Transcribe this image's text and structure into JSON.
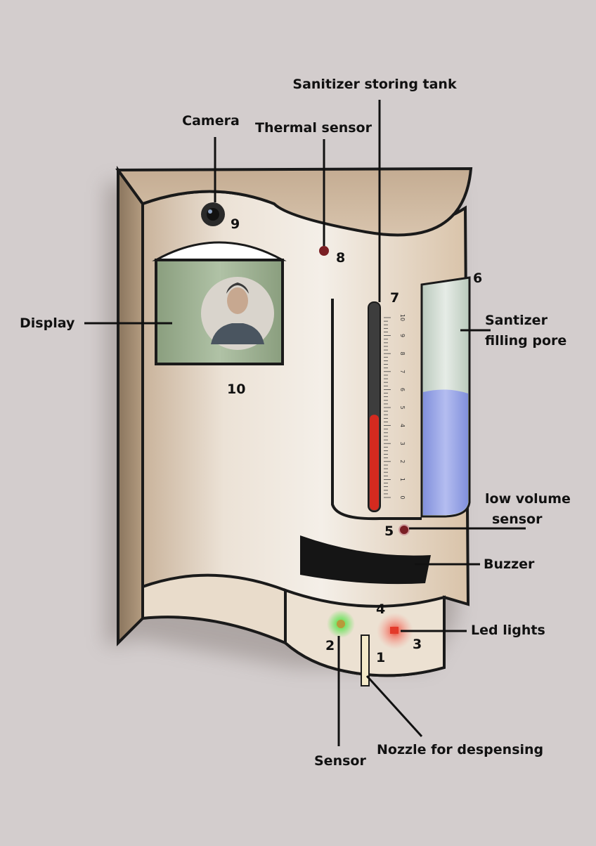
{
  "labels": {
    "sanitizer_tank": "Sanitizer storing tank",
    "camera": "Camera",
    "thermal_sensor": "Thermal sensor",
    "display": "Display",
    "filling_pore_line1": "Santizer",
    "filling_pore_line2": "filling pore",
    "low_volume_line1": "low volume",
    "low_volume_line2": "sensor",
    "buzzer": "Buzzer",
    "led_lights": "Led lights",
    "sensor": "Sensor",
    "nozzle": "Nozzle for despensing"
  },
  "numbers": {
    "n1": "1",
    "n2": "2",
    "n3": "3",
    "n4": "4",
    "n5": "5",
    "n6": "6",
    "n7": "7",
    "n8": "8",
    "n9": "9",
    "n10": "10"
  },
  "gauge": {
    "ticks": [
      "0",
      "1",
      "2",
      "3",
      "4",
      "5",
      "6",
      "7",
      "8",
      "9",
      "10"
    ],
    "level_value": 4.6,
    "max_value": 10,
    "fill_color": "#d42a1f"
  },
  "tank": {
    "liquid_fraction": 0.58,
    "liquid_color": "#9aa6e6"
  },
  "colors": {
    "body": "#e2d3bf",
    "outline": "#1a1a1a",
    "green_led": "#4fd24a",
    "red_led": "#e33a2a"
  },
  "icons": {
    "camera": "camera-lens-icon",
    "avatar": "person-avatar-icon"
  }
}
